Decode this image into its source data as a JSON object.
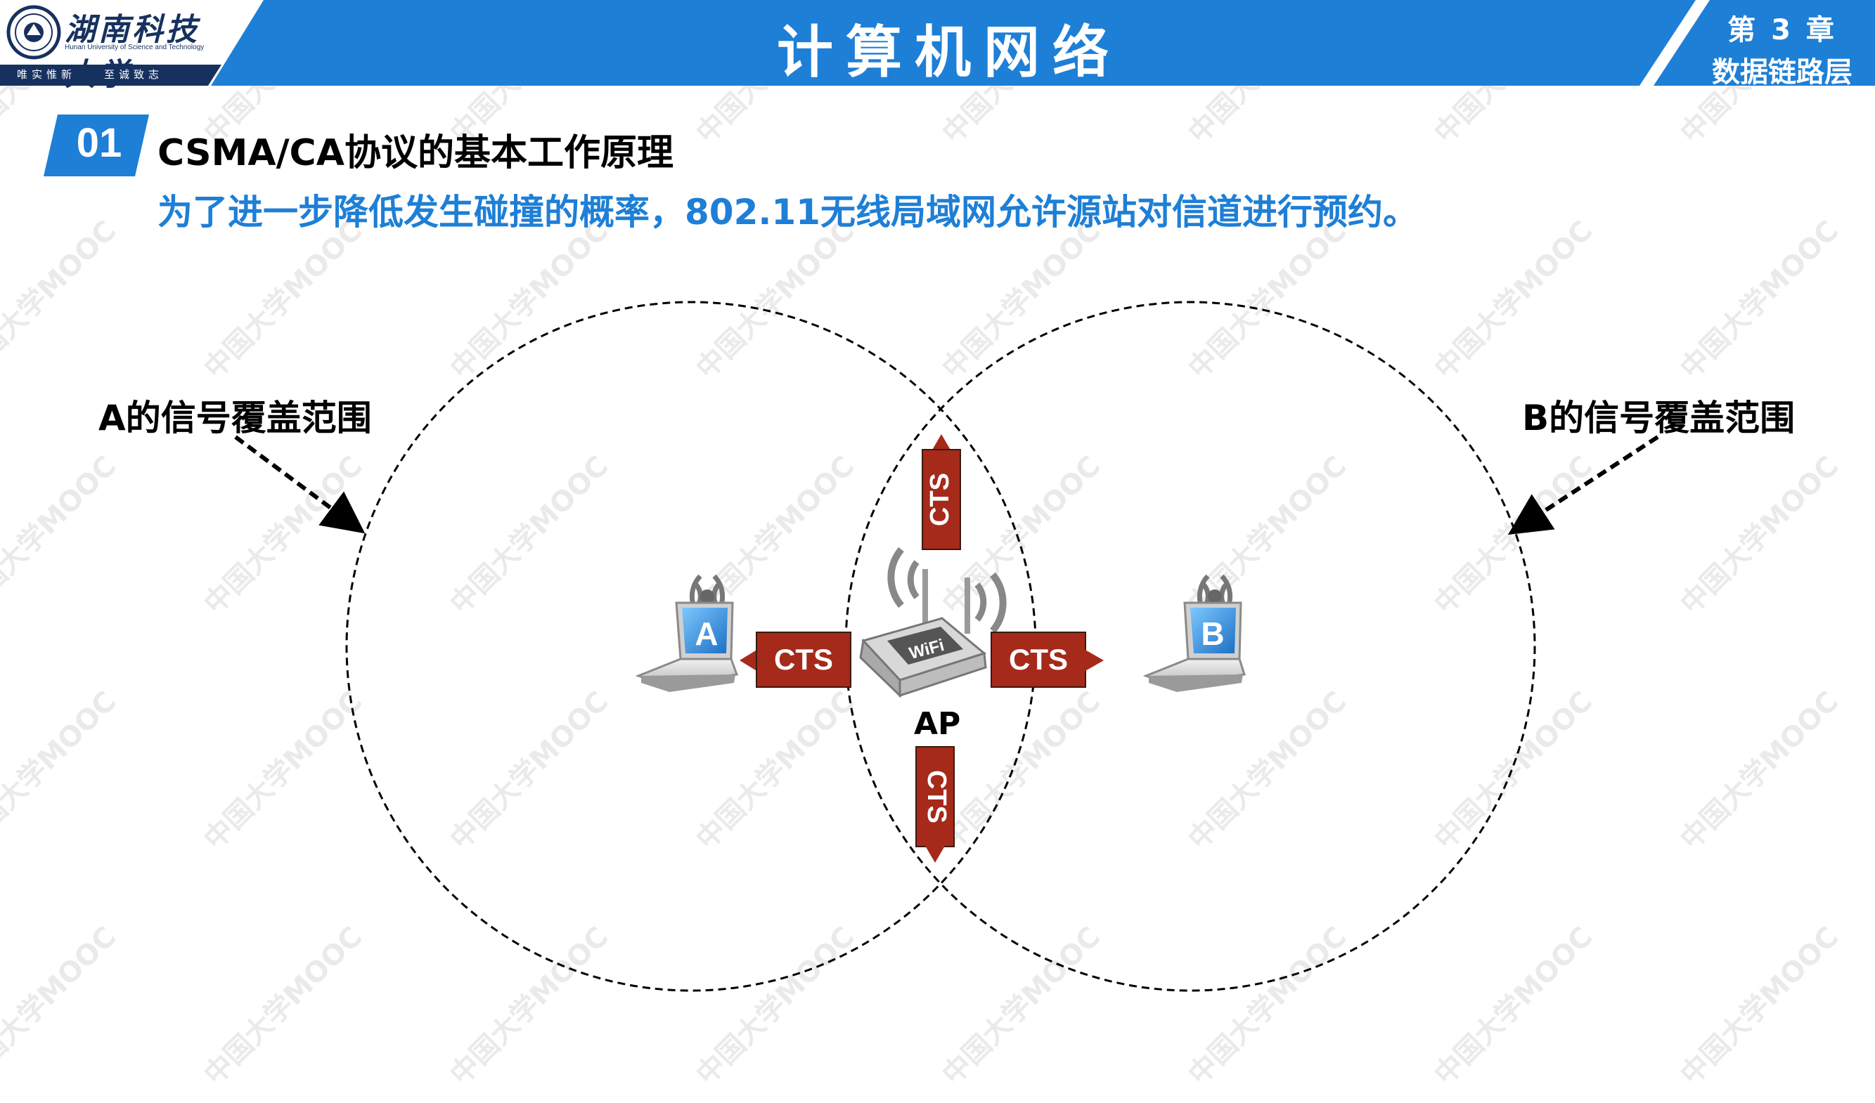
{
  "header": {
    "university_cn": "湖南科技大学",
    "university_en": "Hunan University of Science and Technology",
    "motto": [
      "唯实惟新",
      "至诚致志"
    ],
    "course_title": "计算机网络",
    "chapter_number": "第 3 章",
    "chapter_name": "数据链路层",
    "colors": {
      "primary_blue": "#1e7fd6",
      "dark_blue": "#17315f"
    }
  },
  "section": {
    "number": "01",
    "title": "CSMA/CA协议的基本工作原理",
    "description": "为了进一步降低发生碰撞的概率，802.11无线局域网允许源站对信道进行预约。"
  },
  "diagram": {
    "coverage_a_label": "A的信号覆盖范围",
    "coverage_b_label": "B的信号覆盖范围",
    "station_a_label": "A",
    "station_b_label": "B",
    "ap_label": "AP",
    "ap_logo_text": "WiFi",
    "frames": {
      "up": "CTS",
      "down": "CTS",
      "left": "CTS",
      "right": "CTS"
    },
    "frame_color": "#a52a1a"
  },
  "watermark": "中国大学MOOC"
}
